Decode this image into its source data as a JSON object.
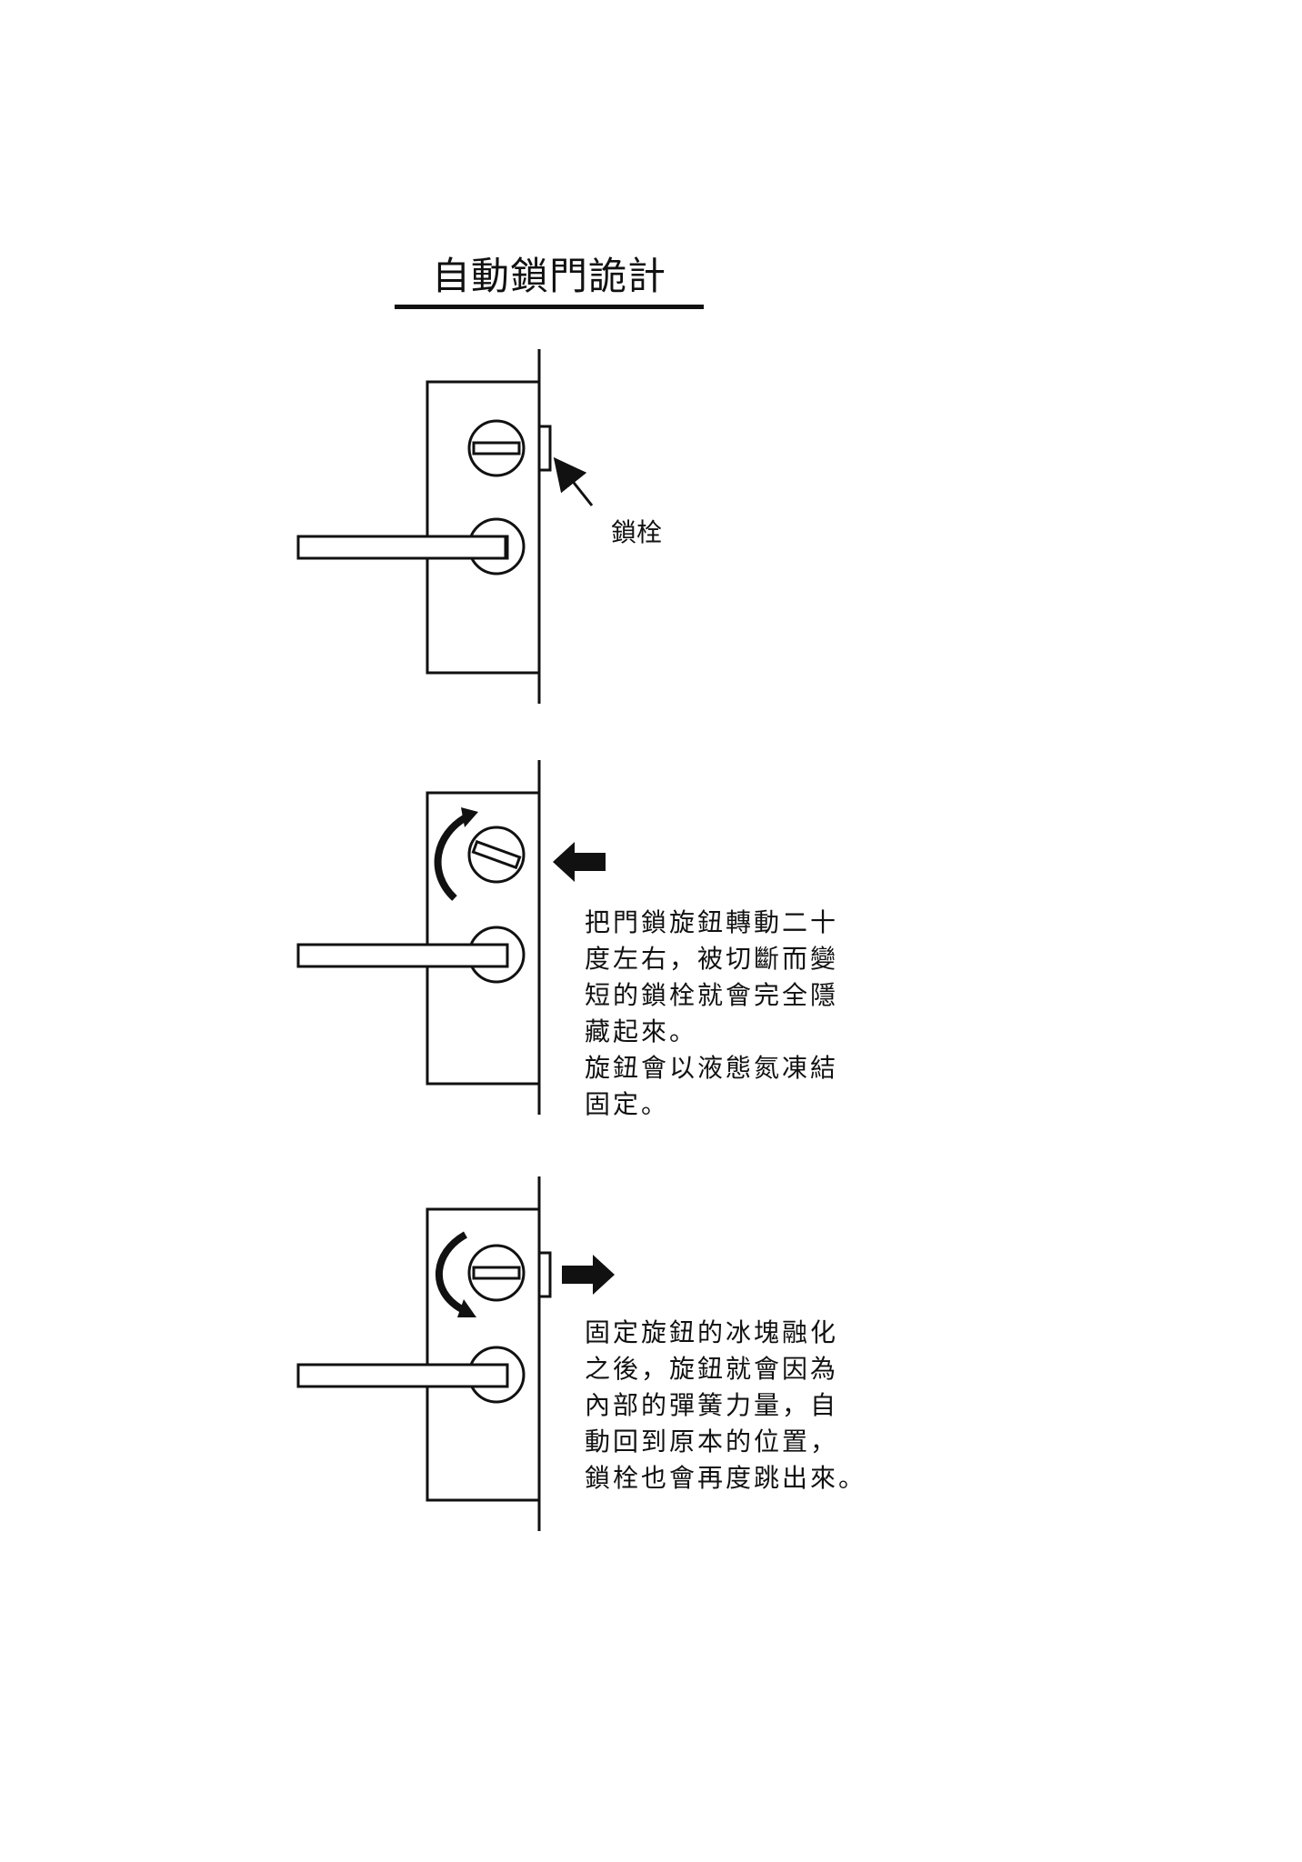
{
  "title": "自動鎖門詭計",
  "callout_label": "鎖栓",
  "panel2": {
    "lines": [
      "把門鎖旋鈕轉動二十",
      "度左右，被切斷而變",
      "短的鎖栓就會完全隱",
      "藏起來。",
      "旋鈕會以液態氮凍結",
      "固定。"
    ]
  },
  "panel3": {
    "lines": [
      "固定旋鈕的冰塊融化",
      "之後，旋鈕就會因為",
      "內部的彈簧力量，自",
      "動回到原本的位置，",
      "鎖栓也會再度跳出來。"
    ]
  }
}
